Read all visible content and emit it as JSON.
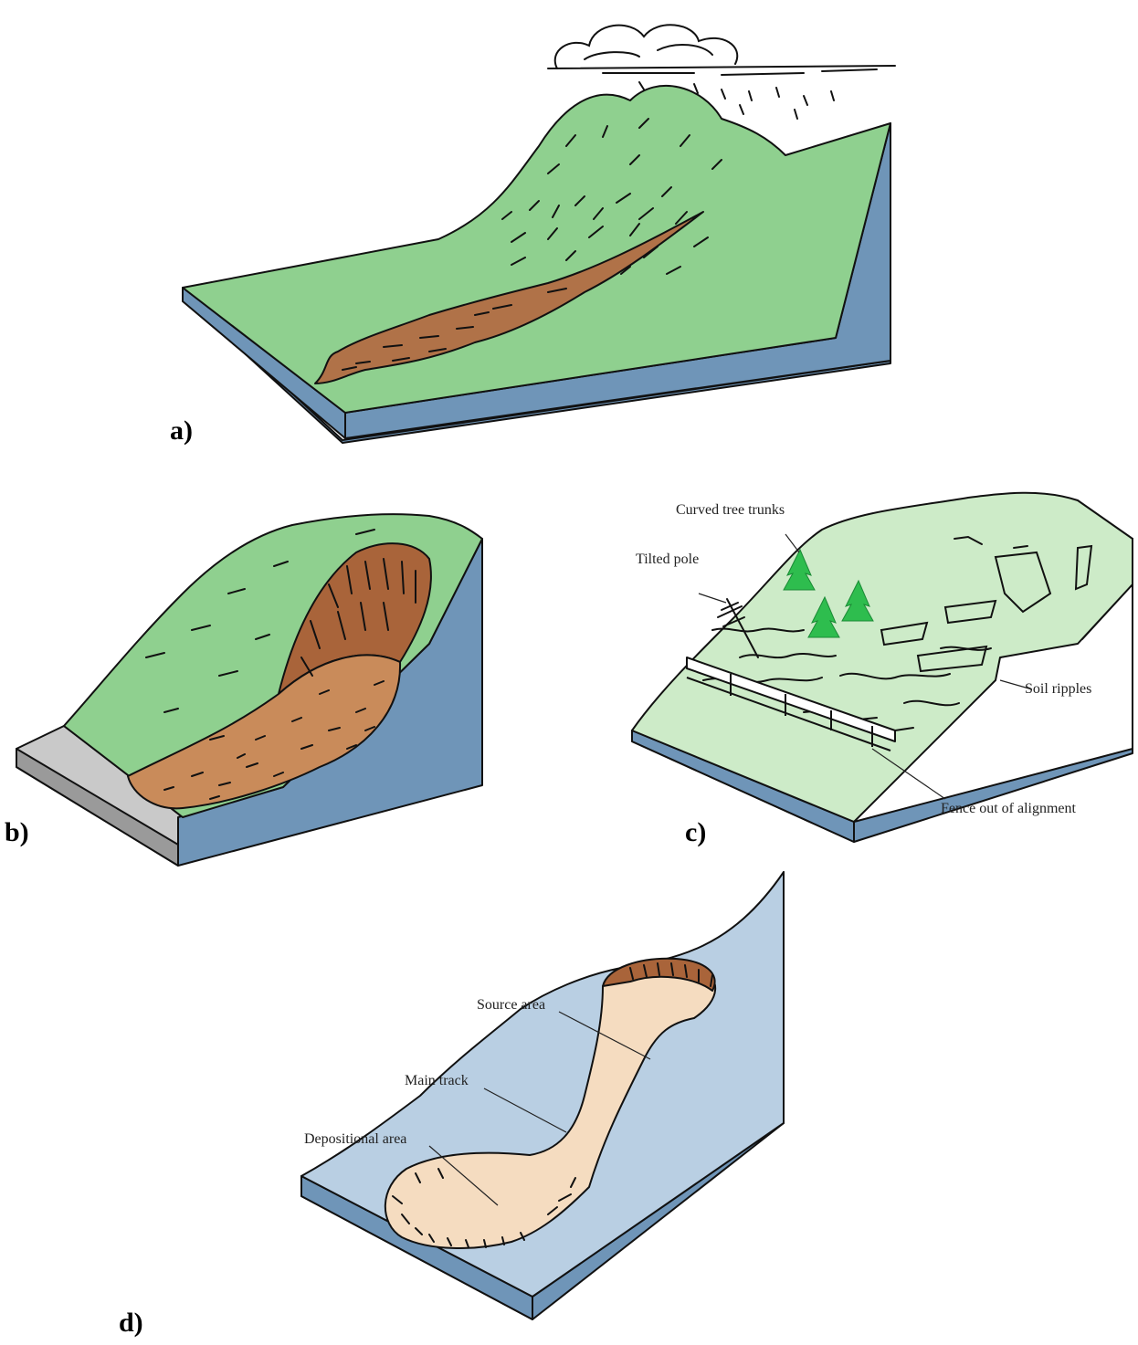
{
  "colors": {
    "grass": "#8fd08f",
    "pale_grass": "#cdebc8",
    "block_side": "#6f95b8",
    "pale_blue": "#b9cfe3",
    "debris": "#b07248",
    "debris_light": "#c98b5a",
    "deposit": "#f5dcc0",
    "road": "#c9c9c9",
    "tree": "#2ebd4e"
  },
  "panels": {
    "a": {
      "label": "a)"
    },
    "b": {
      "label": "b)"
    },
    "c": {
      "label": "c)",
      "callouts": {
        "trees": "Curved tree trunks",
        "pole": "Tilted pole",
        "ripples": "Soil ripples",
        "fence": "Fence out of alignment"
      }
    },
    "d": {
      "label": "d)",
      "callouts": {
        "source": "Source area",
        "track": "Main track",
        "deposition": "Depositional area"
      }
    }
  }
}
